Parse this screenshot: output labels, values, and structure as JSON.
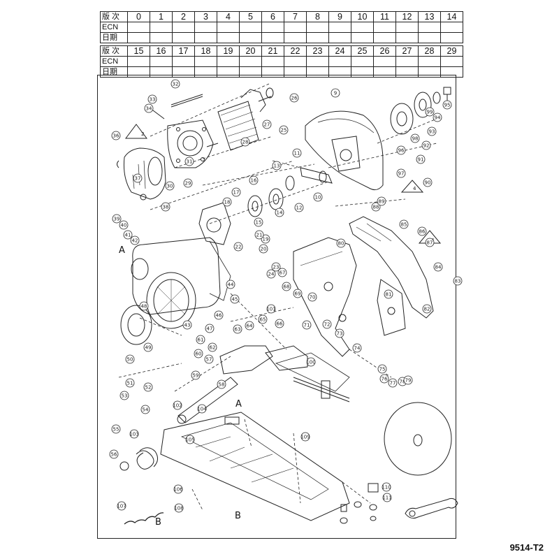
{
  "revision_table": {
    "row1_header": "版 次",
    "row2_header": "ECN",
    "row3_header": "日期",
    "top_numbers": [
      "0",
      "1",
      "2",
      "3",
      "4",
      "5",
      "6",
      "7",
      "8",
      "9",
      "10",
      "11",
      "12",
      "13",
      "14"
    ],
    "bottom_header": "版 次",
    "bottom_ecn": "ECN",
    "bottom_date": "日期",
    "bottom_numbers": [
      "15",
      "16",
      "17",
      "18",
      "19",
      "20",
      "21",
      "22",
      "23",
      "24",
      "25",
      "26",
      "27",
      "28",
      "29"
    ]
  },
  "drawing": {
    "view_labels": [
      "A",
      "A",
      "B",
      "B"
    ],
    "note_marks": [
      "2",
      "4",
      "4"
    ],
    "part_callouts": [
      "9",
      "10",
      "11",
      "12",
      "13",
      "14",
      "15",
      "16",
      "17",
      "18",
      "19",
      "20",
      "21",
      "22",
      "23",
      "24",
      "25",
      "26",
      "27",
      "28",
      "29",
      "30",
      "31",
      "32",
      "33",
      "34",
      "36",
      "37",
      "38",
      "39",
      "40",
      "41",
      "42",
      "43",
      "44",
      "45",
      "46",
      "47",
      "48",
      "49",
      "50",
      "51",
      "52",
      "53",
      "54",
      "55",
      "56",
      "57",
      "58",
      "59",
      "60",
      "61",
      "62",
      "63",
      "64",
      "65",
      "66",
      "67",
      "68",
      "69",
      "70",
      "71",
      "72",
      "73",
      "74",
      "75",
      "76",
      "77",
      "78",
      "79",
      "80",
      "81",
      "82",
      "83",
      "84",
      "85",
      "86",
      "87",
      "88",
      "89",
      "90",
      "91",
      "92",
      "93",
      "94",
      "95",
      "96",
      "97",
      "98",
      "99",
      "100",
      "101",
      "102",
      "103",
      "104",
      "105",
      "106",
      "107",
      "108",
      "109",
      "110",
      "111"
    ]
  },
  "drawing_number": "9514-T2"
}
